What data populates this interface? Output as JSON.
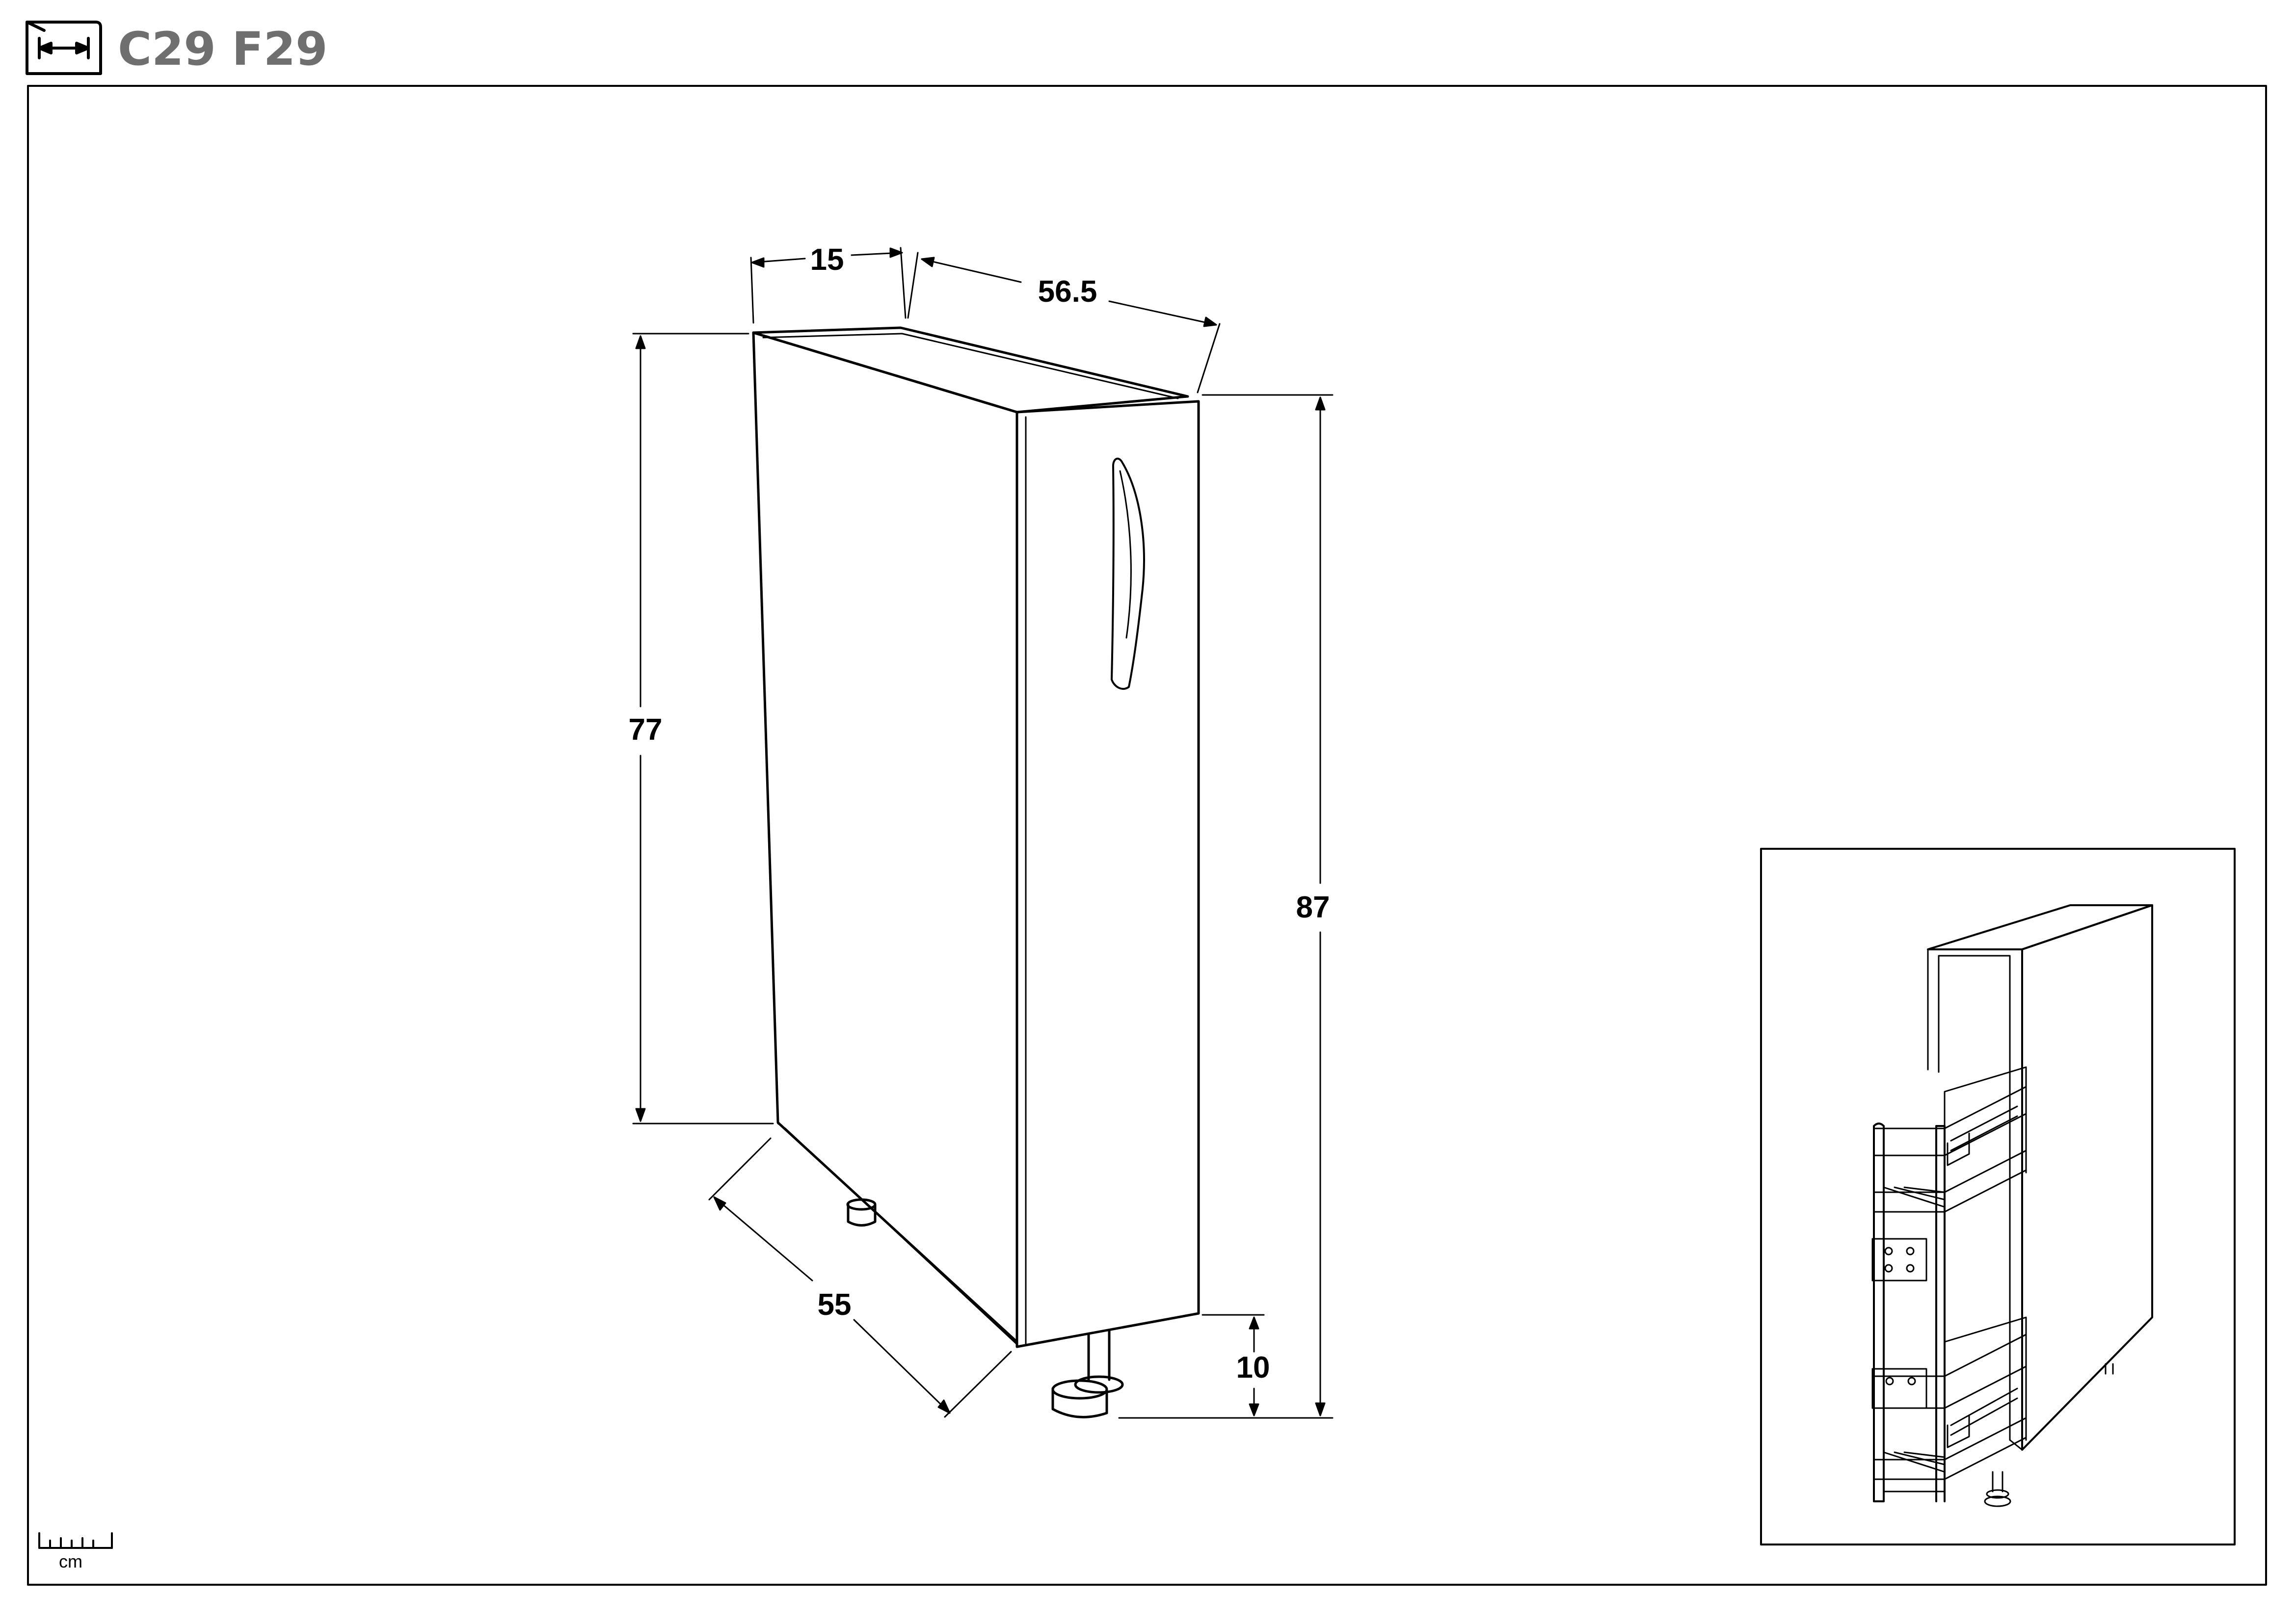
{
  "header": {
    "title": "C29 F29",
    "icon": "width-arrow-icon"
  },
  "dimensions": {
    "top_width": "15",
    "top_depth": "56.5",
    "cabinet_height": "77",
    "total_height": "87",
    "bottom_depth": "55",
    "leg_height": "10"
  },
  "scale": {
    "unit": "cm",
    "icon": "ruler-icon"
  },
  "colors": {
    "title": "#6f6f6f",
    "lines": "#000000"
  }
}
